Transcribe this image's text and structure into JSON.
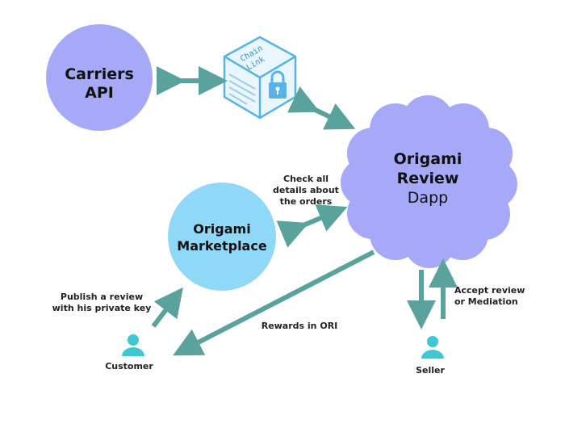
{
  "nodes": {
    "carriers_api": {
      "line1": "Carriers",
      "line2": "API"
    },
    "chainlink": {
      "line1": "Chain",
      "line2": "Link"
    },
    "review_dapp": {
      "line1": "Origami",
      "line2": "Review",
      "line3": "Dapp"
    },
    "marketplace": {
      "line1": "Origami",
      "line2": "Marketplace"
    },
    "customer": {
      "label": "Customer"
    },
    "seller": {
      "label": "Seller"
    }
  },
  "annotations": {
    "check_orders": [
      "Check all",
      "details about",
      "the orders"
    ],
    "publish_review": [
      "Publish a review",
      "with his private key"
    ],
    "rewards": "Rewards in ORI",
    "accept_review": [
      "Accept review",
      "or Mediation"
    ]
  },
  "colors": {
    "carriers_circle": "#a6a9f7",
    "dapp_cloud": "#a6a9f7",
    "marketplace_circle": "#90d8f8",
    "arrow": "#5aa39c",
    "person": "#3ec8d4",
    "chainlink_cube": "#58b4e8"
  },
  "icons": {
    "chainlink": "cube-lock-icon",
    "customer": "person-icon",
    "seller": "person-icon"
  }
}
